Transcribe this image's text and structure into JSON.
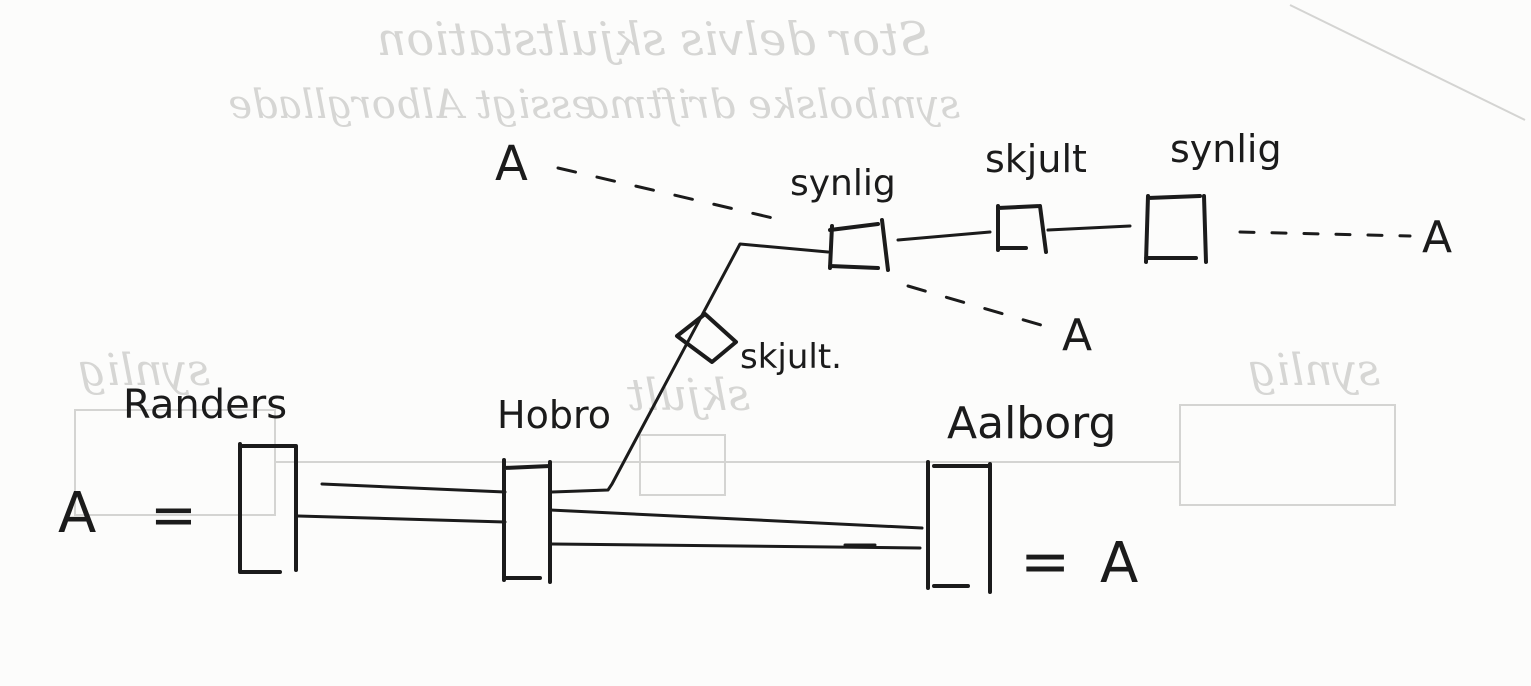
{
  "ghost_text": {
    "line1": "Stor delvis skjultstation",
    "line2": "symbolske driftmæssigt Alborgllade",
    "left": "synlig",
    "mid": "skjult",
    "right": "synlig"
  },
  "labels": {
    "a_top_left": "A",
    "synlig_1": "synlig",
    "skjult_1": "skjult",
    "synlig_2": "synlig",
    "a_top_right": "A",
    "a_mid_right": "A",
    "skjult_2": "skjult.",
    "randers": "Randers",
    "hobro": "Hobro",
    "aalborg": "Aalborg",
    "a_left": "A",
    "eq_left": "=",
    "eq_right": "=",
    "a_right": "A"
  }
}
